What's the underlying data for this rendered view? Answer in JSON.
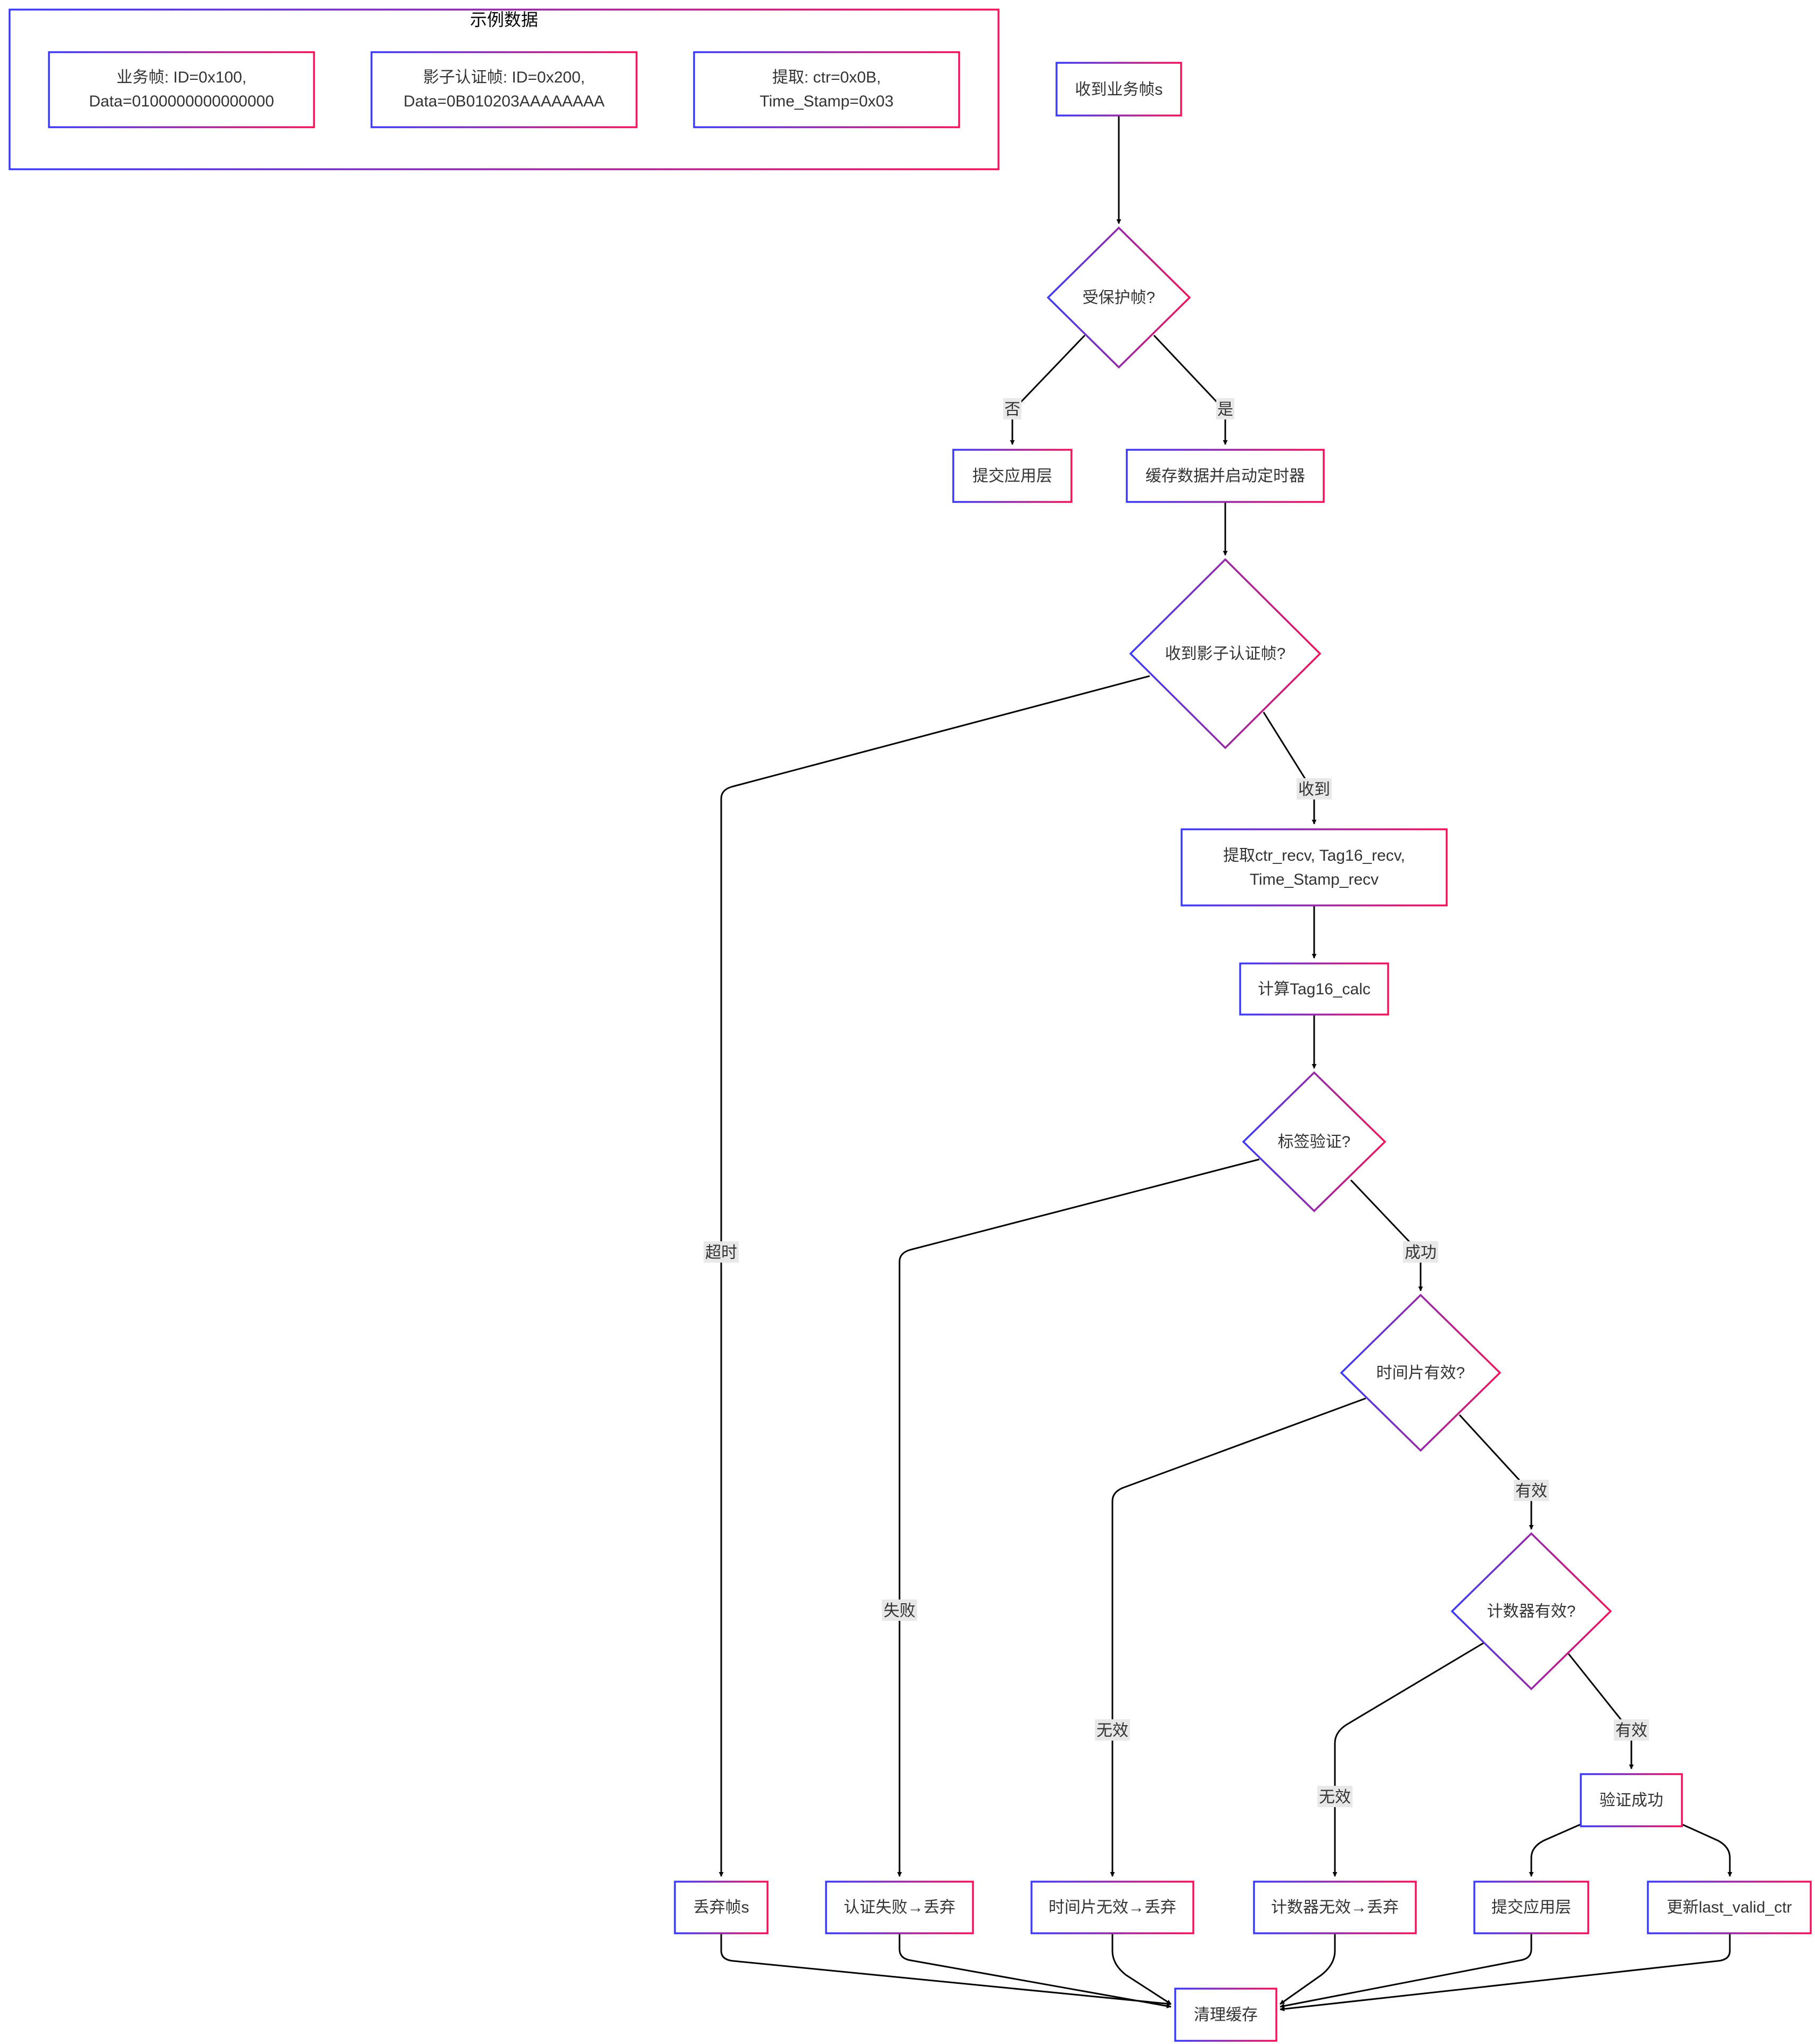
{
  "colors": {
    "gradient_start": "#3b3bf6",
    "gradient_end": "#f0145a",
    "edge": "#000000",
    "text": "#333333",
    "edge_label_bg": "#e8e8e8",
    "background": "#ffffff"
  },
  "cluster": {
    "title": "示例数据",
    "items": [
      {
        "line1": "业务帧: ID=0x100,",
        "line2": "Data=0100000000000000"
      },
      {
        "line1": "影子认证帧: ID=0x200,",
        "line2": "Data=0B010203AAAAAAAA"
      },
      {
        "line1": "提取: ctr=0x0B,",
        "line2": "Time_Stamp=0x03"
      }
    ]
  },
  "nodes": {
    "start": "收到业务帧s",
    "protected_q": "受保护帧?",
    "submit_app_1": "提交应用层",
    "cache_timer": "缓存数据并启动定时器",
    "shadow_q": "收到影子认证帧?",
    "extract_line1": "提取ctr_recv, Tag16_recv,",
    "extract_line2": "Time_Stamp_recv",
    "calc_tag": "计算Tag16_calc",
    "tag_q": "标签验证?",
    "timeslot_q": "时间片有效?",
    "counter_q": "计数器有效?",
    "verify_ok": "验证成功",
    "drop_frame": "丢弃帧s",
    "auth_fail": "认证失败→丢弃",
    "timeslot_invalid": "时间片无效→丢弃",
    "counter_invalid": "计数器无效→丢弃",
    "submit_app_2": "提交应用层",
    "update_ctr": "更新last_valid_ctr",
    "clear_cache": "清理缓存"
  },
  "edge_labels": {
    "no": "否",
    "yes": "是",
    "received": "收到",
    "timeout": "超时",
    "success": "成功",
    "fail": "失败",
    "valid_1": "有效",
    "invalid_1": "无效",
    "valid_2": "有效",
    "invalid_2": "无效"
  }
}
